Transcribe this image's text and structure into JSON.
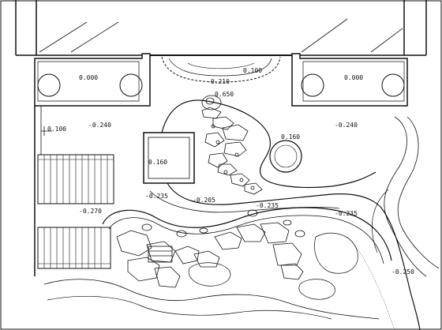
{
  "drawing": {
    "elevations": {
      "left_building": "0.000",
      "right_building": "0.000",
      "top_bed": "0.100",
      "below_top_bed": "-0.210",
      "rock_top": "0.650",
      "left_terrace": "-0.240",
      "right_terrace": "-0.240",
      "left_step": "0.100",
      "pavilion": "0.160",
      "pond_island": "0.160",
      "below_pavilion": "-0.235",
      "center_path": "-0.205",
      "lower_path": "-0.235",
      "right_path": "-0.235",
      "deck_area": "-0.270",
      "far_right": "-0.250"
    },
    "stroke_color": "#111111",
    "background_color": "#ffffff"
  }
}
